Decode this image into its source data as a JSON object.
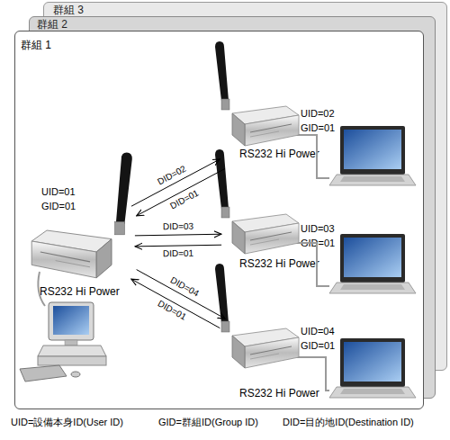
{
  "diagram": {
    "nodes": [
      {
        "text": [
          "群組 3"
        ]
      },
      {
        "text": [
          "群組 2"
        ]
      },
      {
        "text": [
          "群組 1"
        ]
      },
      {
        "text": [
          "UID=01 GID=01",
          "RS232 Hi Power"
        ],
        "in": 2
      },
      {
        "text": [
          "UID=02 GID=01",
          "RS232 Hi Power"
        ],
        "in": 2
      },
      {
        "text": [
          "UID=03 GID=01",
          "RS232 Hi Power"
        ],
        "in": 2
      },
      {
        "text": [
          "UID=04 GID=01",
          "RS232 Hi Power"
        ],
        "in": 2
      }
    ],
    "edges": [
      {
        "from": 3,
        "to": 4,
        "label": "DID=02",
        "arrow": "to"
      },
      {
        "from": 4,
        "to": 3,
        "label": "DID=01",
        "arrow": "to"
      },
      {
        "from": 3,
        "to": 5,
        "label": "DID=03",
        "arrow": "to"
      },
      {
        "from": 5,
        "to": 3,
        "label": "DID=01",
        "arrow": "to"
      },
      {
        "from": 3,
        "to": 6,
        "label": "DID=04",
        "arrow": "to"
      },
      {
        "from": 6,
        "to": 3,
        "label": "DID=01",
        "arrow": "to"
      }
    ],
    "labels": [
      "UID=設備本身ID(User ID)",
      "GID=群組ID(Group ID)",
      "DID=目的地ID(Destination ID)"
    ]
  }
}
